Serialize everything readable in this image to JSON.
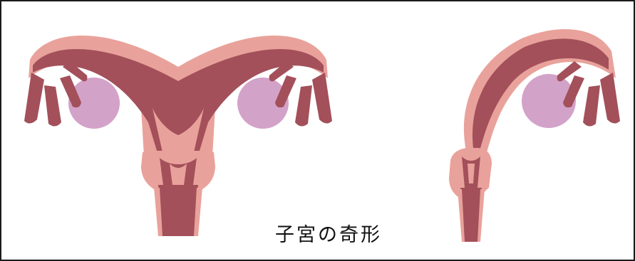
{
  "caption": "子宮の奇形",
  "colors": {
    "outer_tissue": "#E9A29B",
    "inner_cavity": "#A3505A",
    "ovary": "#D3A2C9",
    "frame_border": "#1A1A1A",
    "background": "#FFFFFF"
  },
  "figures": [
    {
      "name": "normal-uterus",
      "description_shown": ""
    },
    {
      "name": "unicornuate-uterus",
      "description_shown": ""
    }
  ]
}
